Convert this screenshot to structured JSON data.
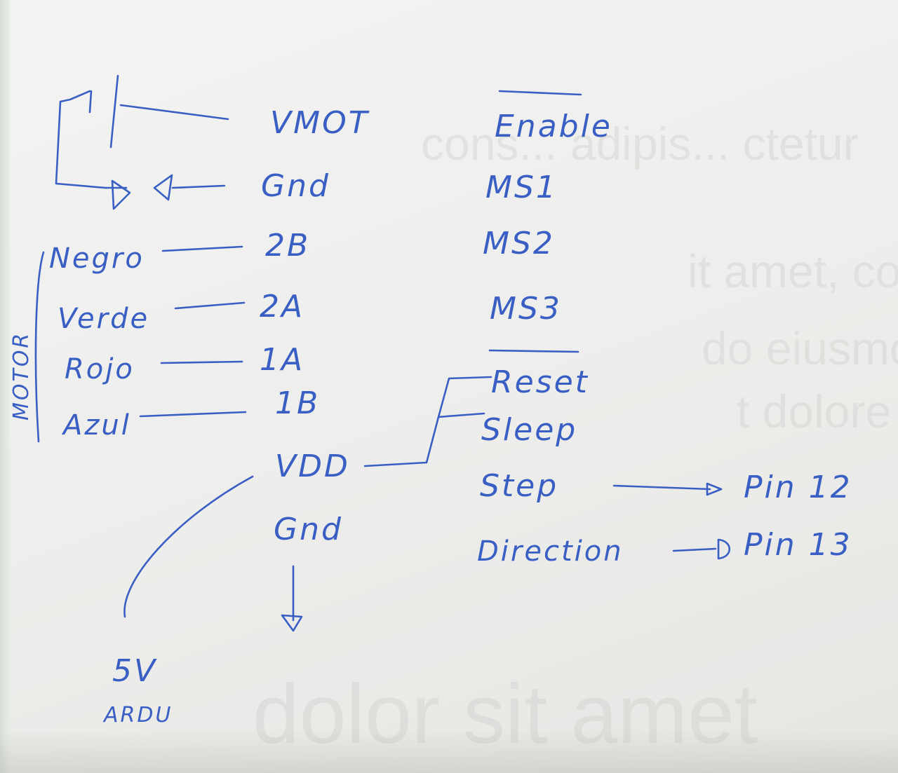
{
  "left_labels": {
    "negro": "Negro",
    "verde": "Verde",
    "rojo": "Rojo",
    "azul": "Azul",
    "side_label": "MOTOR"
  },
  "driver_left_pins": [
    "VMOT",
    "Gnd",
    "2B",
    "2A",
    "1A",
    "1B",
    "VDD",
    "Gnd"
  ],
  "driver_right_pins": [
    "Enable",
    "MS1",
    "MS2",
    "MS3",
    "Reset",
    "Sleep",
    "Step",
    "Direction"
  ],
  "connections": {
    "step_target": "Pin 12",
    "direction_target": "Pin 13"
  },
  "supply": {
    "voltage": "5V",
    "source": "ARDU"
  },
  "colors": {
    "ink": "#3a5fc4",
    "paper": "#f1f1ef"
  }
}
